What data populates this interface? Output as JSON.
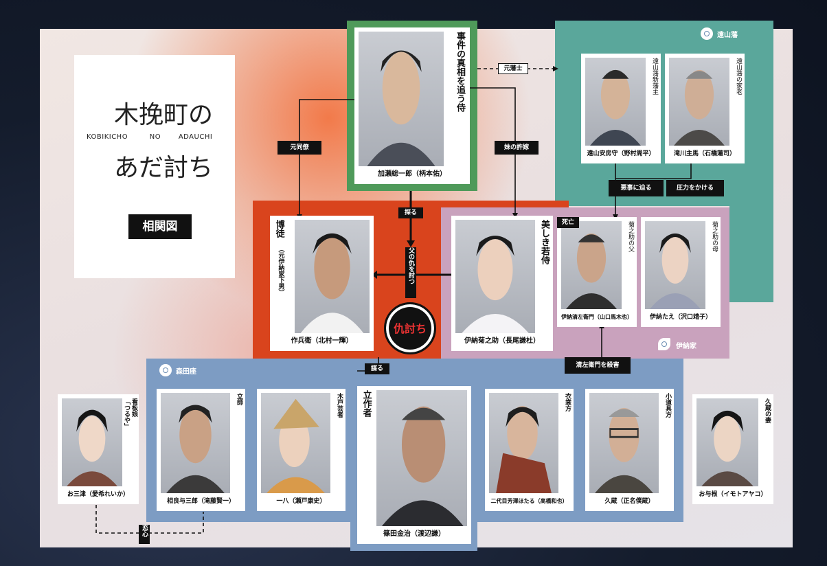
{
  "title": {
    "main_line1": "木挽町の",
    "main_line2": "あだ討ち",
    "romaji_1": "KOBIKICHO",
    "romaji_2": "NO",
    "romaji_3": "ADAUCHI",
    "label": "相関図"
  },
  "groups": {
    "toyama": "遠山藩",
    "morita": "森田座",
    "ina": "伊納家"
  },
  "characters": {
    "kase": {
      "name": "加瀬総一郎（柄本佑）",
      "role": "事件の真相を追う侍"
    },
    "toyama_lord": {
      "name": "遠山安房守（野村周平）",
      "role": "遠山藩新藩主"
    },
    "takigawa": {
      "name": "滝川主馬（石橋蓮司）",
      "role": "遠山藩の家老"
    },
    "sakubei": {
      "name": "作兵衛（北村一輝）",
      "role": "博徒",
      "sub": "（元伊納家下男）"
    },
    "kikunosuke": {
      "name": "伊納菊之助（長尾謙杜）",
      "role": "美しき若侍"
    },
    "seizaemon": {
      "name": "伊納清左衛門（山口馬木也）",
      "role": "菊之助の父",
      "badge": "死亡"
    },
    "tae": {
      "name": "伊納たえ（沢口靖子）",
      "role": "菊之助の母"
    },
    "omitsu": {
      "name": "お三津（愛希れいか）",
      "role": "看板娘",
      "sub": "「つるや」"
    },
    "sagara": {
      "name": "相良与三郎（滝藤賢一）",
      "role": "立師"
    },
    "ippachi": {
      "name": "一八（瀬戸康史）",
      "role": "木戸芸者"
    },
    "shinoda": {
      "name": "篠田金治（渡辺謙）",
      "role": "立作者"
    },
    "hotaru": {
      "name": "二代目芳澤ほたる（高橋和也）",
      "role": "衣裳方"
    },
    "kyuzo": {
      "name": "久蔵（正名僕蔵）",
      "role": "小道具方"
    },
    "oyone": {
      "name": "お与根（イモトアヤコ）",
      "role": "久蔵の妻"
    }
  },
  "relations": {
    "former_retainer": "元藩士",
    "former_colleague": "元同僚",
    "sister_fiance": "妹の許嫁",
    "investigates": "探る",
    "avenge": "父の仇を討つ",
    "approach_evil": "悪事に迫る",
    "pressure": "圧力をかける",
    "plot": "謀る",
    "killed": "清左衛門を殺害",
    "love": "恋心",
    "adauchi_mark": "仇討ち"
  },
  "colors": {
    "green": "#4f9a5a",
    "teal": "#5aa79b",
    "red": "#d9441d",
    "pink": "#c9a2bd",
    "blue": "#7d9cc3"
  }
}
